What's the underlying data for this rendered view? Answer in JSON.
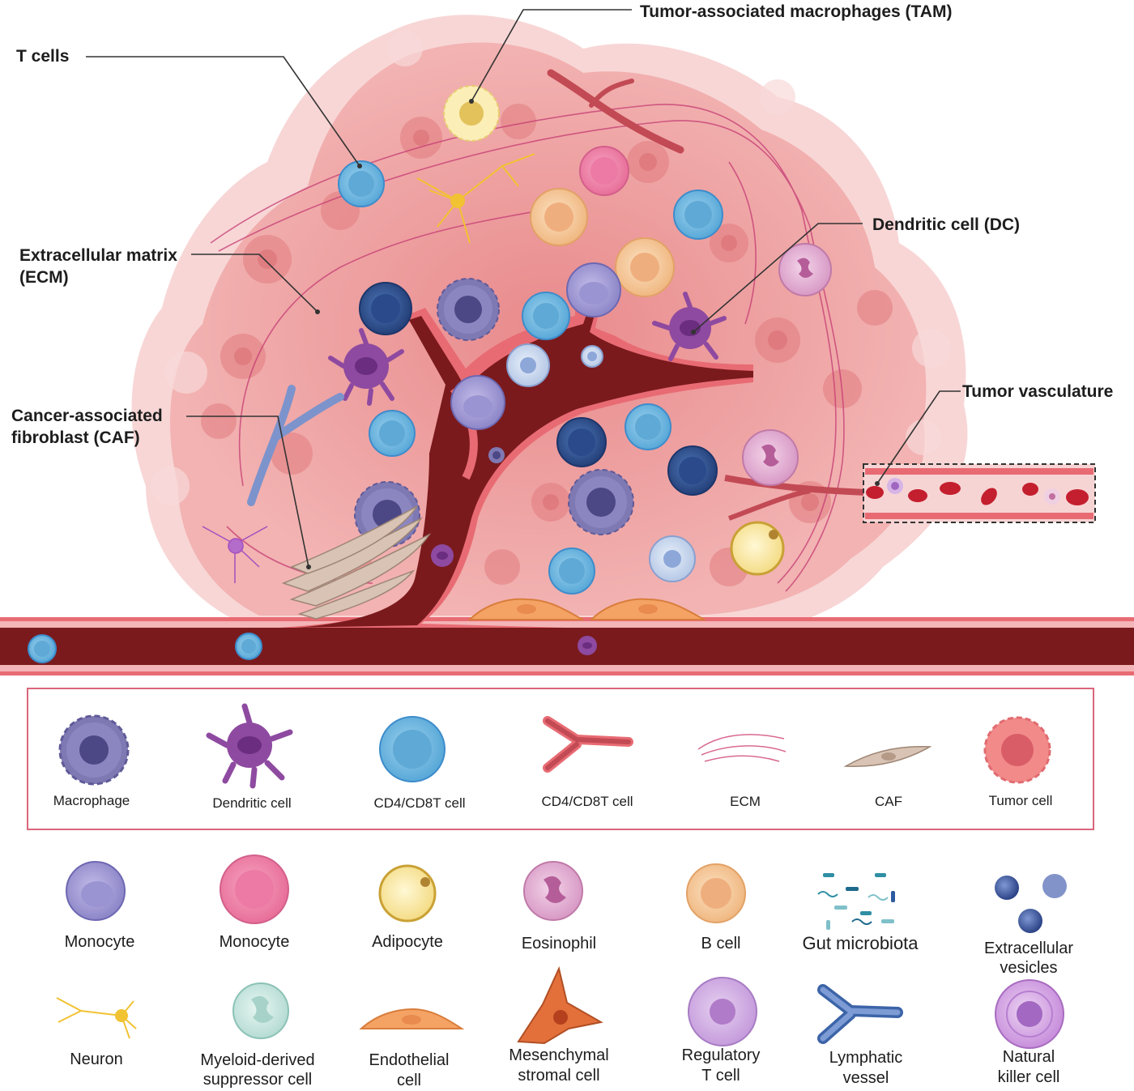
{
  "callouts": {
    "tam": "Tumor-associated macrophages (TAM)",
    "t_cells": "T cells",
    "dc": "Dendritic cell (DC)",
    "ecm_1": "Extracellular matrix",
    "ecm_2": "(ECM)",
    "caf_1": "Cancer-associated",
    "caf_2": "fibroblast (CAF)",
    "vasculature": "Tumor vasculature"
  },
  "legend_box": [
    "Macrophage",
    "Dendritic cell",
    "CD4/CD8T cell",
    "CD4/CD8T cell",
    "ECM",
    "CAF",
    "Tumor cell"
  ],
  "legend_row1": [
    "Monocyte",
    "Monocyte",
    "Adipocyte",
    "Eosinophil",
    "B cell",
    "Gut microbiota",
    [
      "Extracellular",
      "vesicles"
    ]
  ],
  "legend_row2": [
    "Neuron",
    [
      "Myeloid-derived",
      "suppressor cell"
    ],
    [
      "Endothelial",
      "cell"
    ],
    [
      "Mesenchymal",
      "stromal cell"
    ],
    [
      "Regulatory",
      "T cell"
    ],
    [
      "Lymphatic",
      "vessel"
    ],
    [
      "Natural",
      "killer cell"
    ]
  ],
  "colors": {
    "tumor": "#eb8f8f",
    "vessel": "#7a1a1d",
    "vessel_wall": "#e86b73",
    "tcell": "#7ec2e6",
    "dendritic": "#8e4aa0",
    "macrophage": "#7f79b3",
    "box_border": "#d9667a"
  }
}
